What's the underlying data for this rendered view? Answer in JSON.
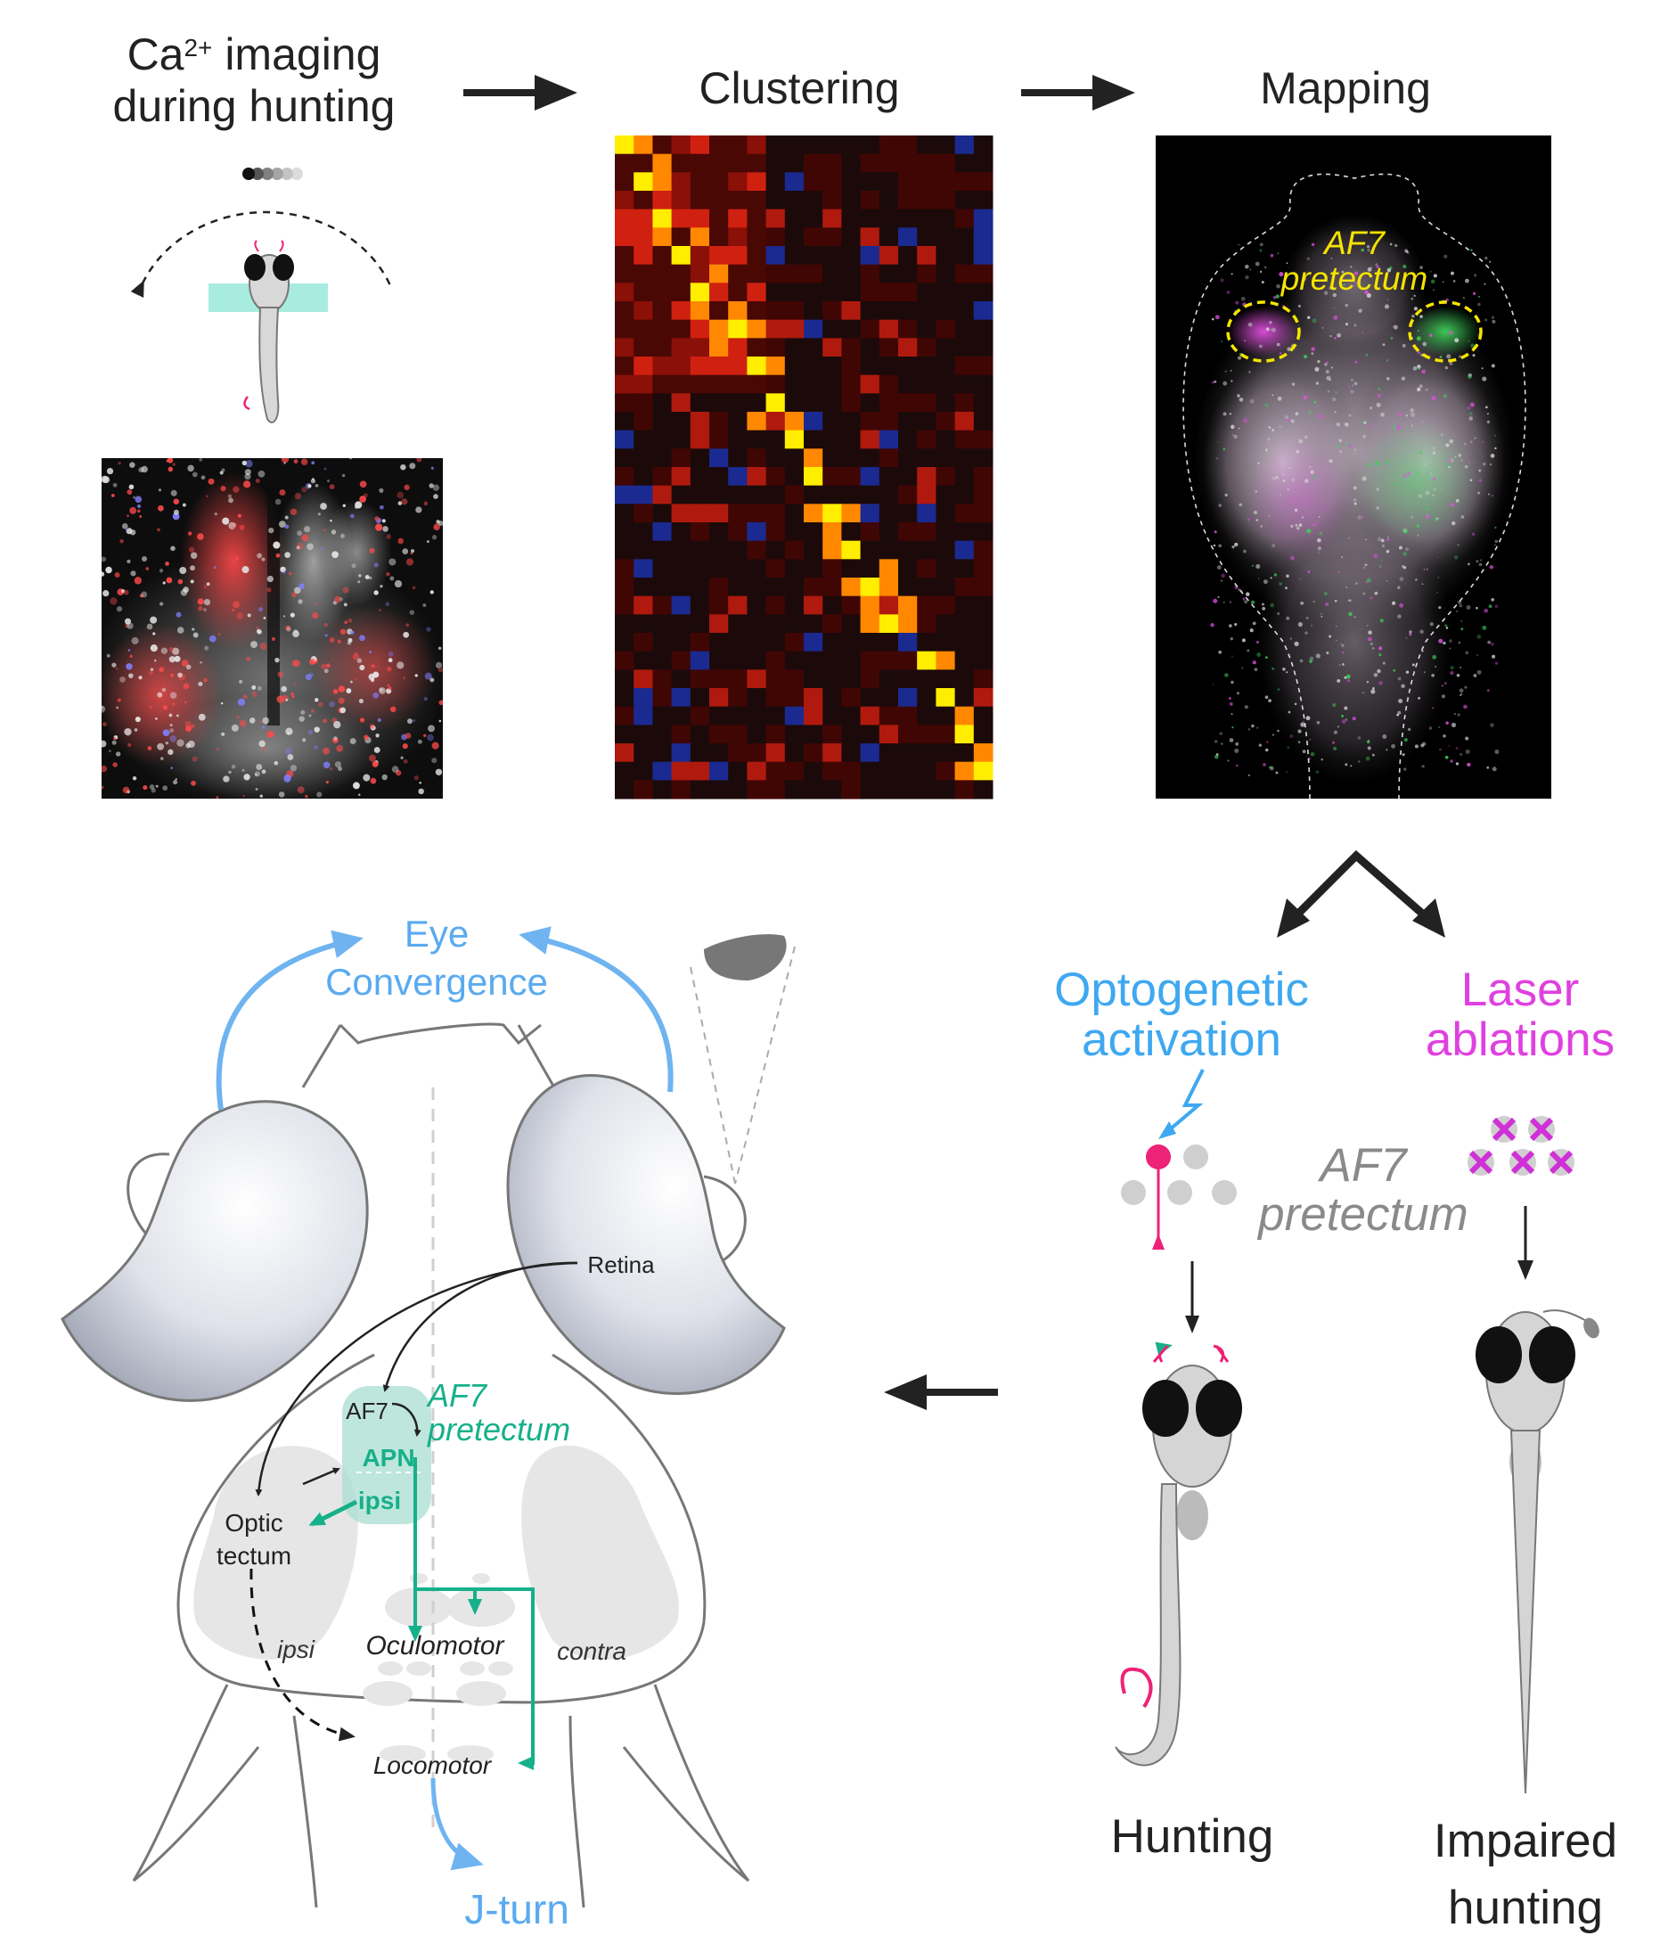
{
  "steps": {
    "imaging_title_line1": "Ca",
    "imaging_title_sup": "2+",
    "imaging_title_line1b": " imaging",
    "imaging_title_line2": "during hunting",
    "clustering_title": "Clustering",
    "mapping_title": "Mapping"
  },
  "mapping_panel": {
    "label_line1": "AF7",
    "label_line2": "pretectum"
  },
  "experiments": {
    "opto_line1": "Optogenetic",
    "opto_line2": "activation",
    "laser_line1": "Laser",
    "laser_line2": "ablations",
    "center_label_line1": "AF7",
    "center_label_line2": "pretectum",
    "outcome_hunting": "Hunting",
    "outcome_impaired_line1": "Impaired",
    "outcome_impaired_line2": "hunting"
  },
  "model": {
    "eye_convergence_line1": "Eye",
    "eye_convergence_line2": "Convergence",
    "retina": "Retina",
    "af7": "AF7",
    "af7_pretectum_line1": "AF7",
    "af7_pretectum_line2": "pretectum",
    "apn": "APN",
    "ipsi_box": "ipsi",
    "optic_tectum_line1": "Optic",
    "optic_tectum_line2": "tectum",
    "ipsi_side": "ipsi",
    "contra_side": "contra",
    "oculomotor": "Oculomotor",
    "locomotor": "Locomotor",
    "jturn": "J-turn"
  },
  "colors": {
    "blue": "#5aaaf0",
    "magenta": "#e040e0",
    "teal": "#16b08a",
    "teal_fill": "#a8ddd0",
    "pink": "#ee2277",
    "yellow": "#f5e400",
    "dark": "#222222",
    "gray_text": "#8a8a8a"
  },
  "icons": [
    "right-arrow-icon",
    "left-arrow-icon",
    "split-arrow-icon",
    "lightning-icon",
    "neuron-icon",
    "cross-icon",
    "larva-icon"
  ]
}
